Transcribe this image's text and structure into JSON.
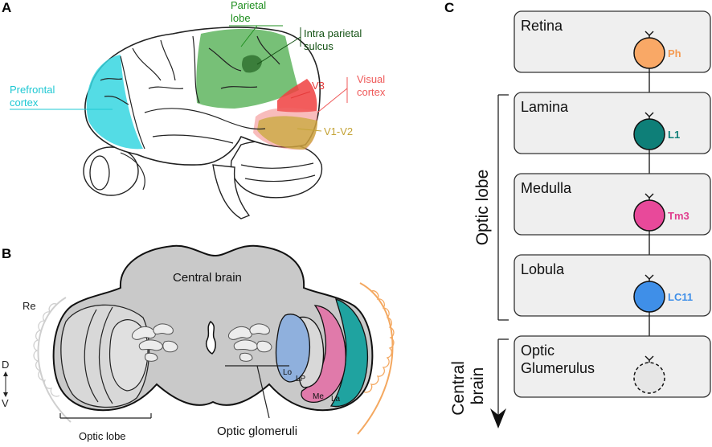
{
  "panels": {
    "a": {
      "letter": "A"
    },
    "b": {
      "letter": "B"
    },
    "c": {
      "letter": "C"
    }
  },
  "human_brain": {
    "parietal_lobe": "Parietal\nlobe",
    "intra_parietal_sulcus": "Intra parietal\nsulcus",
    "prefrontal_cortex": "Prefrontal\ncortex",
    "v3": "V3",
    "visual_cortex": "Visual\ncortex",
    "v1_v2": "V1-V2",
    "colors": {
      "parietal": "#2e9e2e",
      "ips": "#145214",
      "prefrontal": "#36d6e0",
      "v3": "#f04040",
      "visual": "#f06a6a",
      "v1v2": "#c8a93a"
    }
  },
  "fly_brain": {
    "central_brain": "Central brain",
    "retina_abbrev": "Re",
    "axis_dorsal": "D",
    "axis_ventral": "V",
    "optic_lobe": "Optic lobe",
    "optic_glomeruli": "Optic glomeruli",
    "region_lo": "Lo",
    "region_lp": "LP",
    "region_me": "Me",
    "region_la": "La",
    "colors": {
      "lobula": "#8fb0dd",
      "lobula_plate": "#d8d8d8",
      "medulla": "#e07aaa",
      "lamina": "#1fa3a0",
      "retina_right": "#f4a860",
      "retina_left": "#cfcfcf"
    }
  },
  "pathway": {
    "optic_lobe_bracket": "Optic lobe",
    "central_brain_arrow": "Central\nbrain",
    "stages": [
      {
        "name": "Retina",
        "neuron": "Ph",
        "color": "#f9a866",
        "label_color": "#f59a50"
      },
      {
        "name": "Lamina",
        "neuron": "L1",
        "color": "#0e7f78",
        "label_color": "#0e7f78"
      },
      {
        "name": "Medulla",
        "neuron": "Tm3",
        "color": "#e8499a",
        "label_color": "#e0408f"
      },
      {
        "name": "Lobula",
        "neuron": "LC11",
        "color": "#3f8fe8",
        "label_color": "#3f8fe8"
      },
      {
        "name": "Optic\nGlumerulus",
        "neuron": "",
        "color": "#e6e6e6",
        "label_color": "#000000"
      }
    ]
  }
}
